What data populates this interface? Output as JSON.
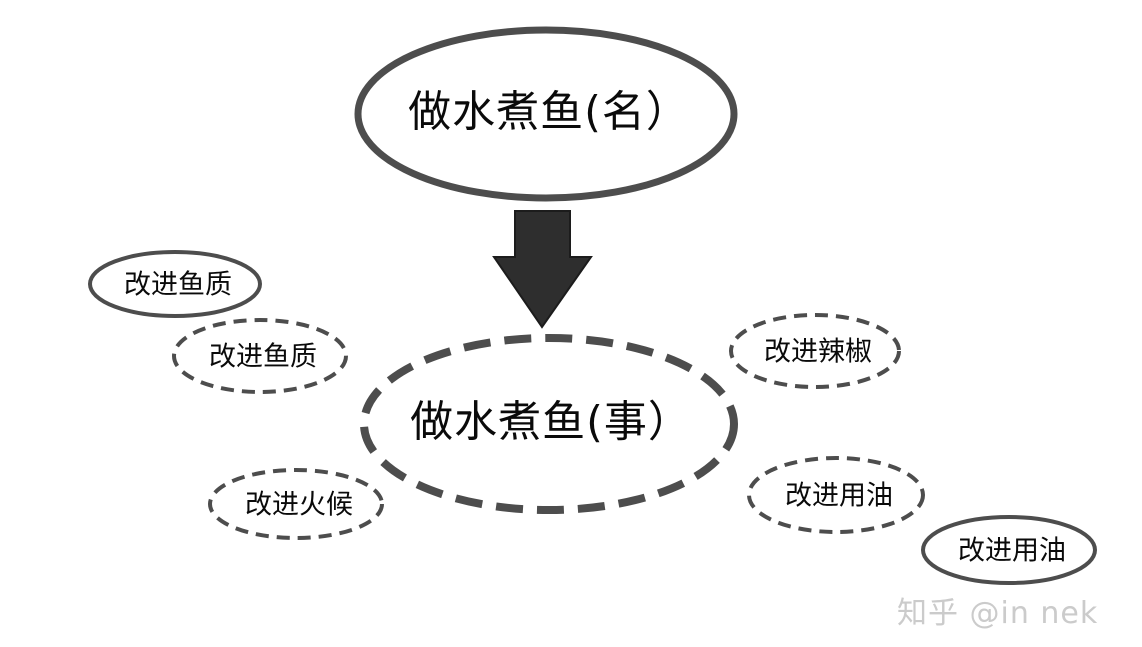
{
  "diagram": {
    "title_node": {
      "label": "做水煮鱼(名）"
    },
    "event_node": {
      "label": "做水煮鱼(事）"
    },
    "satellites": [
      {
        "id": "fish-quality-solid",
        "label": "改进鱼质",
        "style": "solid"
      },
      {
        "id": "fish-quality-dashed",
        "label": "改进鱼质",
        "style": "dashed"
      },
      {
        "id": "chili-dashed",
        "label": "改进辣椒",
        "style": "dashed"
      },
      {
        "id": "heat-dashed",
        "label": "改进火候",
        "style": "dashed"
      },
      {
        "id": "oil-dashed",
        "label": "改进用油",
        "style": "dashed"
      },
      {
        "id": "oil-solid",
        "label": "改进用油",
        "style": "solid"
      }
    ],
    "watermark": "知乎 @in nek",
    "colors": {
      "stroke": "#4d4d4d",
      "arrow": "#2e2e2e",
      "text": "#0a0a0a",
      "watermark": "#cbcbcb",
      "background": "#ffffff"
    }
  }
}
